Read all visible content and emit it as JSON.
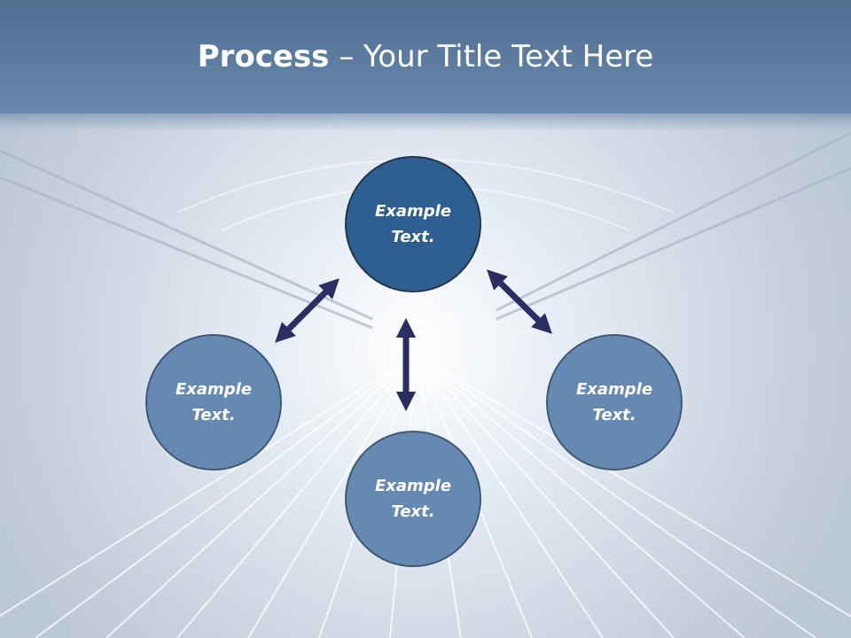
{
  "slide": {
    "title_bold": "Process",
    "title_rest": " – Your Title Text Here"
  },
  "nodes": {
    "top": "Example Text.",
    "left": "Example Text.",
    "right": "Example Text.",
    "bottom": "Example Text."
  },
  "colors": {
    "title_bar": "#5b7ba0",
    "center_node": "#2f5f91",
    "outer_node": "#6689b2",
    "arrow": "#2b2e63"
  }
}
